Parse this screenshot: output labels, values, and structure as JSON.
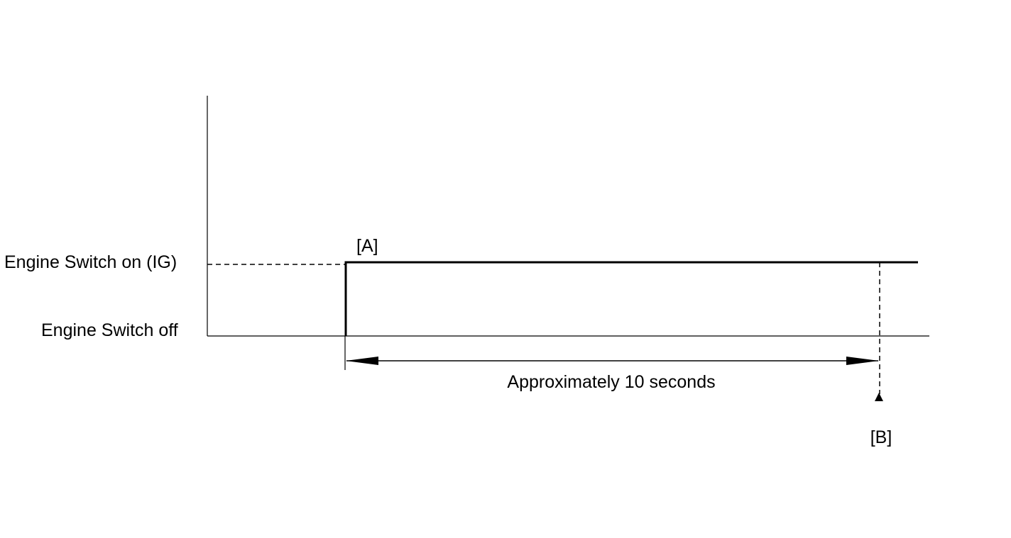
{
  "diagram": {
    "type": "timing-diagram",
    "levels": {
      "on_label": "Engine Switch on (IG)",
      "off_label": "Engine Switch off"
    },
    "markers": {
      "a_label": "[A]",
      "b_label": "[B]"
    },
    "duration_label": "Approximately 10 seconds",
    "colors": {
      "line": "#000000",
      "background": "#ffffff"
    }
  }
}
